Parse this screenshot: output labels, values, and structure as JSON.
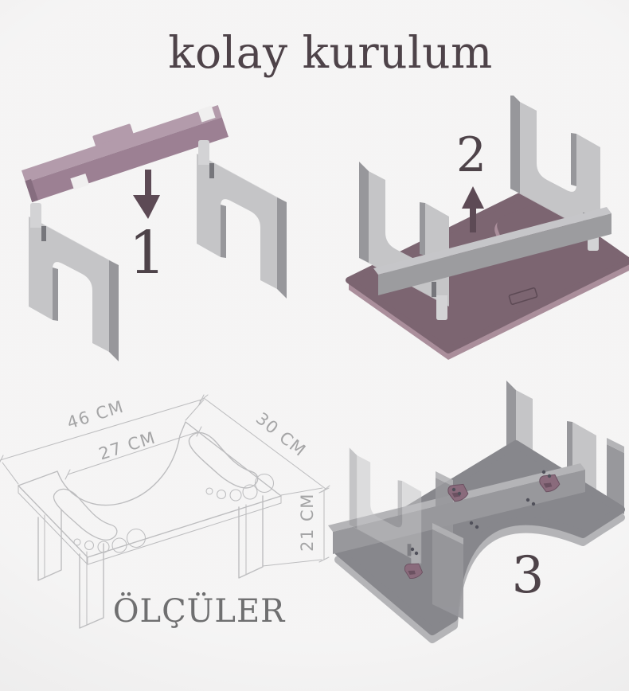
{
  "title": "kolay kurulum",
  "steps": [
    {
      "number": "1",
      "arrow": "down"
    },
    {
      "number": "2",
      "arrow": "up"
    },
    {
      "number": "3",
      "arrow": "none"
    }
  ],
  "dimensions": {
    "heading": "ÖLÇÜLER",
    "outer_width": "46 CM",
    "inner_width": "27 CM",
    "depth": "30 CM",
    "height": "21 CM"
  },
  "colors": {
    "background": "#f0efef",
    "ink": "#4e4349",
    "arrow": "#5d4a55",
    "plum_top": "#b39bab",
    "plum_front": "#9c8093",
    "plum_dark": "#866d7f",
    "plum_board": "#7c6571",
    "plum_board_edge": "#aa8e9b",
    "clip": "#8a6b7c",
    "gray_front": "#c5c5c7",
    "gray_side": "#97979b",
    "gray_top": "#d3d3d5",
    "gray_dark": "#76767b",
    "beam_gray": "#9c9c9f",
    "beam_gray_top": "#c6c6c9",
    "board3_top": "#87878c",
    "board3_edge": "#b4b4b7",
    "slab3": "#98989c",
    "line": "#bdbdbf",
    "dim_text": "#a5a5a6",
    "heading_text": "#6f6f70"
  }
}
